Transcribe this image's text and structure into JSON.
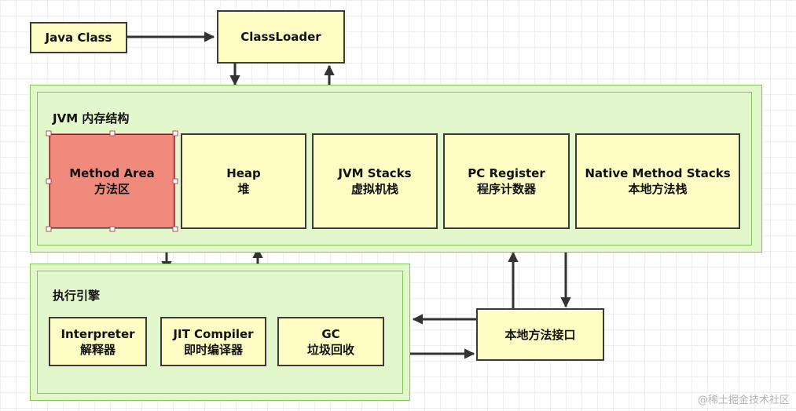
{
  "top": {
    "java_class": "Java Class",
    "classloader": "ClassLoader"
  },
  "jvm_memory": {
    "title": "JVM 内存结构",
    "areas": [
      {
        "en": "Method Area",
        "zh": "方法区"
      },
      {
        "en": "Heap",
        "zh": "堆"
      },
      {
        "en": "JVM Stacks",
        "zh": "虚拟机栈"
      },
      {
        "en": "PC Register",
        "zh": "程序计数器"
      },
      {
        "en": "Native Method Stacks",
        "zh": "本地方法栈"
      }
    ]
  },
  "execution_engine": {
    "title": "执行引擎",
    "parts": [
      {
        "en": "Interpreter",
        "zh": "解释器"
      },
      {
        "en": "JIT Compiler",
        "zh": "即时编译器"
      },
      {
        "en": "GC",
        "zh": "垃圾回收"
      }
    ]
  },
  "native_interface": {
    "label": "本地方法接口"
  },
  "watermark": "@稀土掘金技术社区",
  "colors": {
    "box_fill": "#fdfdc4",
    "group_fill": "#e3f7cc",
    "group_border": "#86c25a",
    "highlight_fill": "#f08a7c",
    "arrow": "#333333"
  }
}
